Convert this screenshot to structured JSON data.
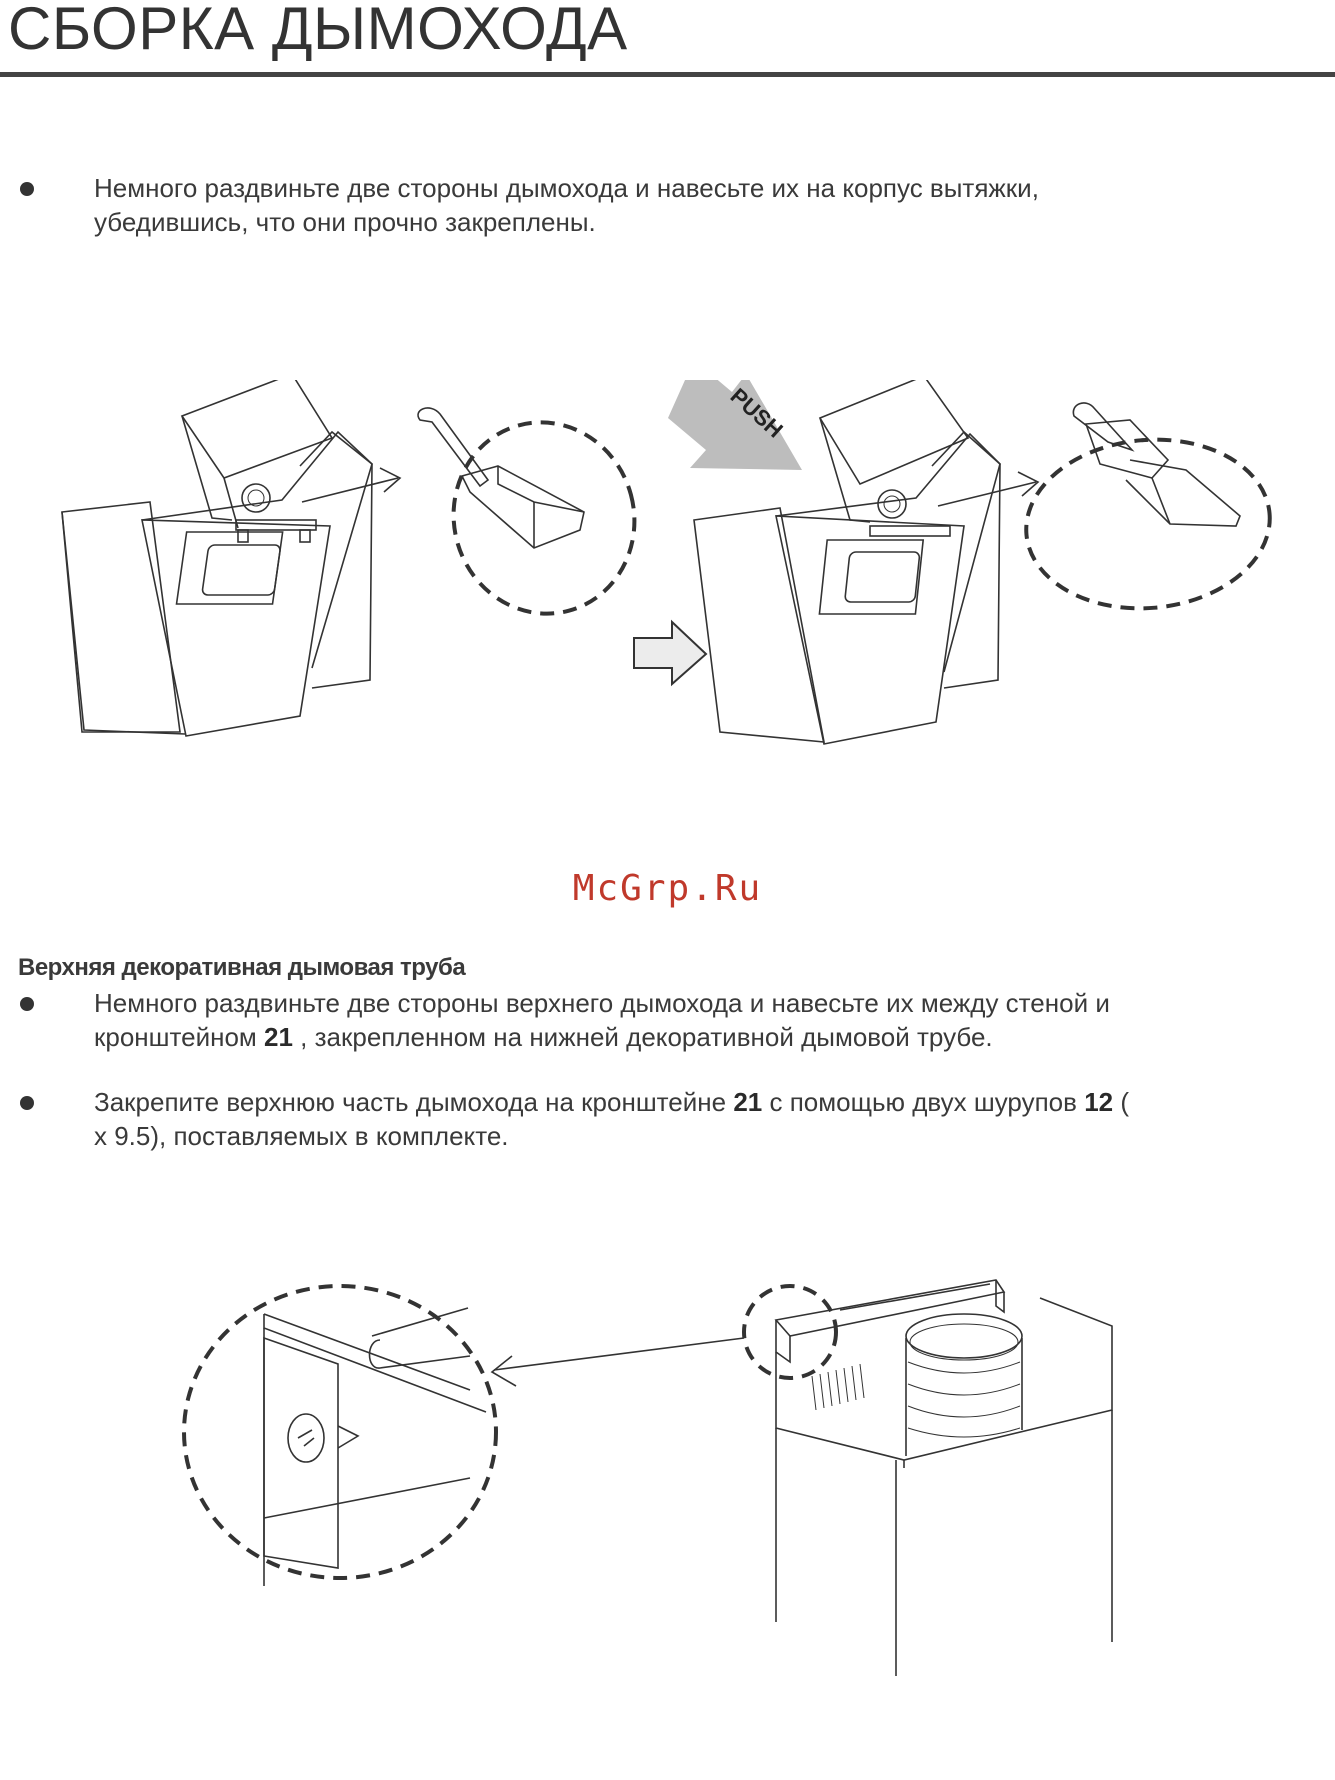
{
  "page": {
    "title": "СБОРКА ДЫМОХОДА",
    "watermark": "McGrp.Ru"
  },
  "section1": {
    "bullet1_line1": "Немного раздвиньте две стороны дымохода и навесьте их на корпус вытяжки,",
    "bullet1_line2": "убедившись, что они прочно закреплены."
  },
  "figure1": {
    "push_label": "PUSH"
  },
  "section2": {
    "heading": "Верхняя декоративная дымовая труба",
    "bullet1_line1": "Немного раздвиньте две стороны верхнего дымохода и навесьте их между стеной и",
    "bullet1_line2_a": "кронштейном ",
    "bullet1_line2_num": "21",
    "bullet1_line2_b": " , закрепленном на нижней декоративной дымовой трубе.",
    "bullet2_line1_a": "Закрепите верхнюю часть дымохода на кронштейне ",
    "bullet2_line1_num1": "21",
    "bullet2_line1_b": " с помощью двух шурупов ",
    "bullet2_line1_num2": "12",
    "bullet2_line1_c": " (",
    "bullet2_line2": "x 9.5), поставляемых в комплекте."
  }
}
